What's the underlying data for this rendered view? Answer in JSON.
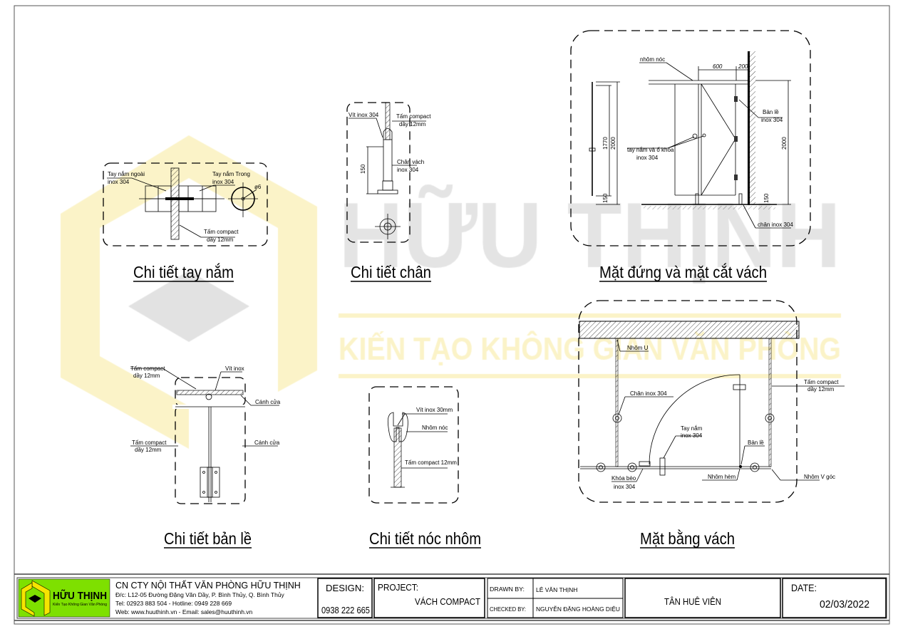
{
  "watermark": {
    "brand": "HỮU THỊNH",
    "slogan": "KIẾN TẠO KHÔNG GIAN VĂN PHÒNG"
  },
  "colors": {
    "logo_bg": "#7ee000",
    "logo_yellow": "#f5e400",
    "watermark_gray": "#d6d6d6",
    "watermark_yellow": "#fbf3c8"
  },
  "details": {
    "handle": {
      "title": "Chi tiết tay nắm",
      "labels": [
        "Tay nắm ngoài",
        "inox 304",
        "Tay nắm Trong",
        "inox 304",
        "Tấm compact",
        "dầy 12mm",
        "ø6"
      ]
    },
    "foot": {
      "title": "Chi tiết chân",
      "labels": [
        "Vít inox 304",
        "Tấm compact",
        "dầy 12mm",
        "Chân vách",
        "inox 304",
        "150"
      ]
    },
    "elevation": {
      "title": "Mặt đứng và mặt cắt vách",
      "labels": [
        "nhôm nóc",
        "600",
        "200",
        "Bản lề",
        "inox 304",
        "tay nắm và ổ khóa",
        "inox 304",
        "chân inox 304",
        "1770",
        "2000",
        "150",
        "2000",
        "150"
      ]
    },
    "hinge": {
      "title": "Chi tiết bản lề",
      "labels": [
        "Tấm compact",
        "dầy 12mm",
        "Vít inox",
        "Cánh cửa",
        "Tấm compact",
        "dầy 12mm",
        "Cánh cửa"
      ]
    },
    "top_rail": {
      "title": "Chi tiết nóc nhôm",
      "labels": [
        "Vít inox 30mm",
        "Nhôm nóc",
        "Tấm compact 12mm"
      ]
    },
    "plan": {
      "title": "Mặt bằng vách",
      "labels": [
        "Nhôm U",
        "Tấm compact",
        "dầy 12mm",
        "Chân inox 304",
        "Tay nắm",
        "inox 304",
        "Bản lề",
        "Khóa bèo",
        "inox 304",
        "Nhôm hèm",
        "Nhôm V góc"
      ]
    }
  },
  "title_block": {
    "logo_text": "HỮU THỊNH",
    "logo_slogan": "Kiến Tạo Không Gian Văn Phòng",
    "company": "CN CTY NỘI THẤT VĂN PHÒNG HỮU THỊNH",
    "address": "Đ/c: L12-05 Đường Đặng Văn Dầy, P. Bình Thủy, Q. Bình Thủy",
    "phone": "Tel: 02923 883 504 - Hotline: 0949 228 669",
    "web": "Web: www.huuthinh.vn - Email: sales@huuthinh.vn",
    "design_label": "DESIGN:",
    "design_value": "0938 222 665",
    "project_label": "PROJECT:",
    "project_value": "VÁCH COMPACT",
    "drawn_by_label": "DRAWN BY:",
    "drawn_by_value": "LÊ VĂN THỊNH",
    "checked_by_label": "CHECKED BY:",
    "checked_by_value": "NGUYỄN ĐẶNG HOÀNG DIỆU",
    "client": "TÂN HUÊ VIÊN",
    "date_label": "DATE:",
    "date_value": "02/03/2022"
  }
}
